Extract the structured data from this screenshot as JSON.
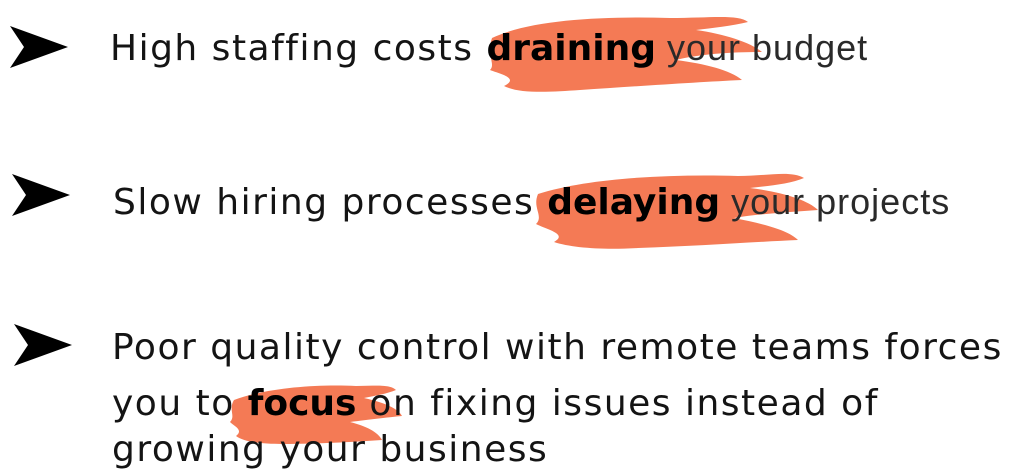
{
  "colors": {
    "accent": "#F47A55",
    "text": "#141414",
    "arrow": "#000000"
  },
  "items": [
    {
      "prefix": "High staffing costs ",
      "highlight": "draining",
      "suffix": " your budget"
    },
    {
      "prefix": "Slow hiring processes ",
      "highlight": "delaying",
      "suffix": " your projects"
    },
    {
      "line1": "Poor quality control with remote teams forces",
      "line2_prefix": "you to ",
      "highlight": "focus",
      "line2_suffix": " on fixing issues instead of",
      "line3": "growing your business"
    }
  ]
}
